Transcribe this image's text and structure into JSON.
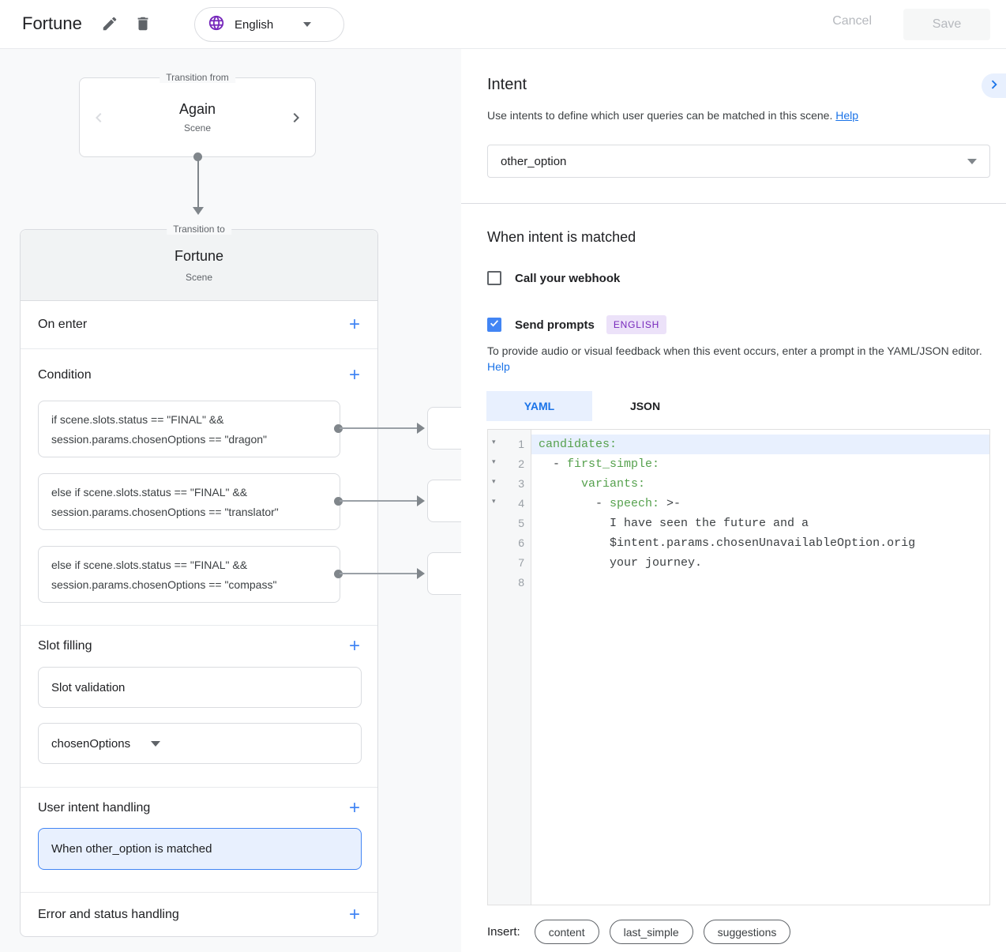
{
  "topbar": {
    "title": "Fortune",
    "language": "English",
    "cancel_label": "Cancel",
    "save_label": "Save"
  },
  "left_graph": {
    "transition_from": {
      "legend": "Transition from",
      "scene_name": "Again",
      "scene_type": "Scene"
    },
    "transition_to": {
      "legend": "Transition to",
      "scene_name": "Fortune",
      "scene_type": "Scene"
    },
    "on_enter_label": "On enter",
    "condition_label": "Condition",
    "conditions": [
      {
        "line1": "if scene.slots.status == \"FINAL\" &&",
        "line2": "session.params.chosenOptions == \"dragon\""
      },
      {
        "line1": "else if scene.slots.status == \"FINAL\" &&",
        "line2": "session.params.chosenOptions == \"translator\""
      },
      {
        "line1": "else if scene.slots.status == \"FINAL\" &&",
        "line2": "session.params.chosenOptions == \"compass\""
      }
    ],
    "slot_filling_label": "Slot filling",
    "slot_validation_label": "Slot validation",
    "slot_name": "chosenOptions",
    "user_intent_label": "User intent handling",
    "user_intent_item": "When other_option is matched",
    "error_label": "Error and status handling"
  },
  "intent_panel": {
    "title": "Intent",
    "description": "Use intents to define which user queries can be matched in this scene.",
    "help_label": "Help",
    "selected_intent": "other_option",
    "matched_heading": "When intent is matched",
    "webhook_label": "Call your webhook",
    "send_prompts_label": "Send prompts",
    "language_badge": "ENGLISH",
    "prompt_hint": "To provide audio or visual feedback when this event occurs, enter a prompt in the YAML/JSON editor.",
    "hint_help_label": "Help",
    "tabs": [
      {
        "label": "YAML",
        "active": true
      },
      {
        "label": "JSON",
        "active": false
      }
    ],
    "accent_colors": {
      "link_blue": "#1a73e8",
      "checkbox_blue": "#4285f4",
      "yaml_key_green": "#56a14e",
      "badge_purple": "#7627bb",
      "highlight_blue": "#e8f0fe"
    },
    "code_lines": [
      {
        "num": 1,
        "fold": true,
        "highlight": true,
        "segments": [
          {
            "type": "key",
            "text": "candidates:"
          }
        ]
      },
      {
        "num": 2,
        "fold": true,
        "segments": [
          {
            "type": "plain",
            "text": "  - "
          },
          {
            "type": "key",
            "text": "first_simple:"
          }
        ]
      },
      {
        "num": 3,
        "fold": true,
        "segments": [
          {
            "type": "plain",
            "text": "      "
          },
          {
            "type": "key",
            "text": "variants:"
          }
        ]
      },
      {
        "num": 4,
        "fold": true,
        "segments": [
          {
            "type": "plain",
            "text": "        - "
          },
          {
            "type": "key",
            "text": "speech:"
          },
          {
            "type": "plain",
            "text": " >-"
          }
        ]
      },
      {
        "num": 5,
        "segments": [
          {
            "type": "plain",
            "text": "          I have seen the future and a"
          }
        ]
      },
      {
        "num": 6,
        "segments": [
          {
            "type": "plain",
            "text": "          $intent.params.chosenUnavailableOption.orig"
          }
        ]
      },
      {
        "num": 7,
        "segments": [
          {
            "type": "plain",
            "text": "          your journey."
          }
        ]
      },
      {
        "num": 8,
        "segments": []
      }
    ],
    "insert_label": "Insert:",
    "insert_options": [
      "content",
      "last_simple",
      "suggestions"
    ]
  }
}
